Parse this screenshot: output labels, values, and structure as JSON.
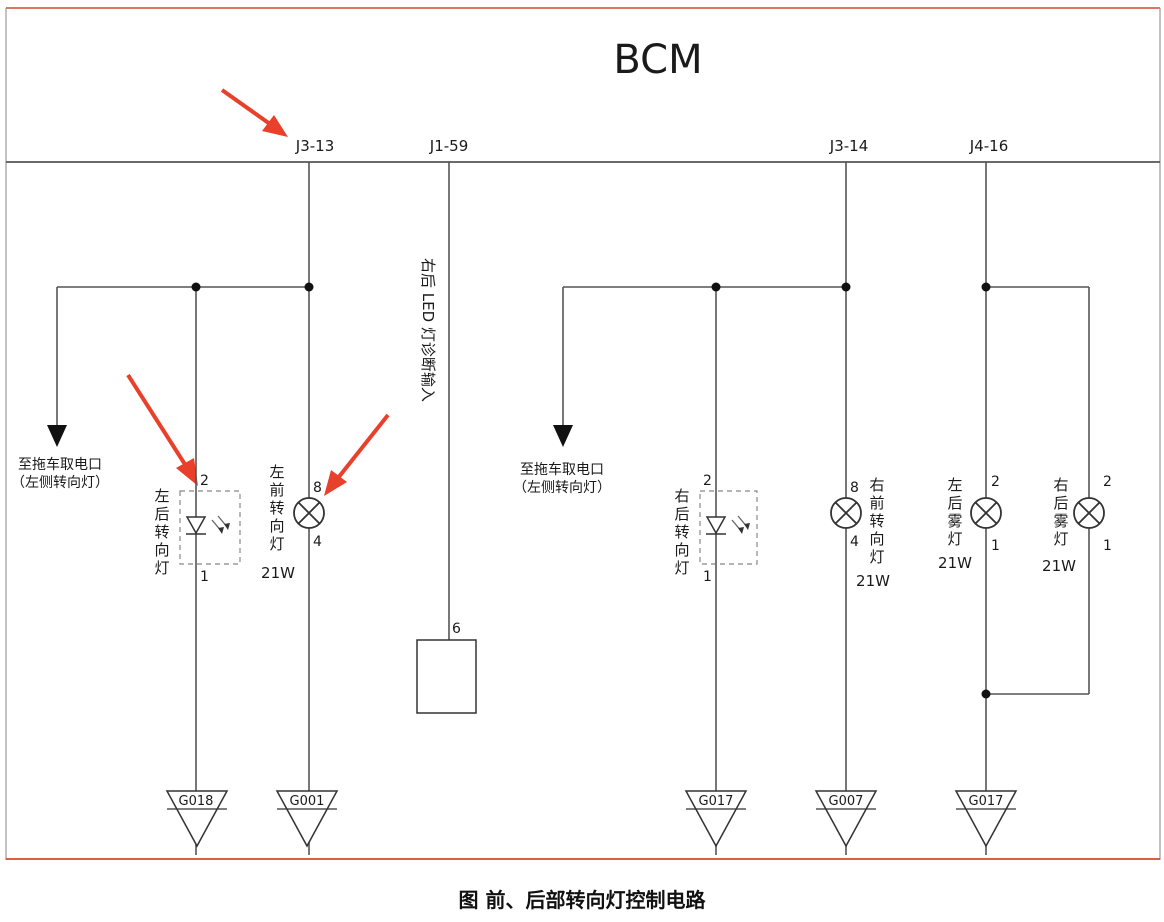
{
  "module": {
    "title": "BCM"
  },
  "pins": {
    "j3_13": "J3-13",
    "j1_59": "J1-59",
    "j3_14": "J3-14",
    "j4_16": "J4-16"
  },
  "left_group": {
    "trailer": {
      "line1": "至拖车取电口",
      "line2": "（左侧转向灯）"
    },
    "led": {
      "chars": [
        "左",
        "后",
        "转",
        "向",
        "灯"
      ],
      "pin_top": "2",
      "pin_bottom": "1"
    },
    "bulb": {
      "chars": [
        "左",
        "前",
        "转",
        "向",
        "灯"
      ],
      "pin_top": "8",
      "pin_bottom": "4",
      "watt": "21W"
    },
    "ground_led": "G018",
    "ground_bulb": "G001"
  },
  "diag": {
    "text": "右后 LED 灯诊断输入",
    "pin": "6"
  },
  "right_group": {
    "trailer": {
      "line1": "至拖车取电口",
      "line2": "（左侧转向灯）"
    },
    "led": {
      "chars": [
        "右",
        "后",
        "转",
        "向",
        "灯"
      ],
      "pin_top": "2",
      "pin_bottom": "1"
    },
    "bulb": {
      "chars": [
        "右",
        "前",
        "转",
        "向",
        "灯"
      ],
      "pin_top": "8",
      "pin_bottom": "4",
      "watt": "21W"
    },
    "ground_led": "G017",
    "ground_bulb": "G007"
  },
  "fog_group": {
    "left": {
      "chars": [
        "左",
        "后",
        "雾",
        "灯"
      ],
      "pin_top": "2",
      "pin_bottom": "1",
      "watt": "21W"
    },
    "right": {
      "chars": [
        "右",
        "后",
        "雾",
        "灯"
      ],
      "pin_top": "2",
      "pin_bottom": "1",
      "watt": "21W"
    },
    "ground": "G017"
  },
  "caption": "图  前、后部转向灯控制电路",
  "colors": {
    "wire": "#555555",
    "border": "#d24a2a",
    "arrow": "#e8402a",
    "dashed": "#888888"
  },
  "icons": [
    "red-arrow-icon",
    "led-lamp-icon",
    "bulb-lamp-icon",
    "ground-triangle-icon",
    "down-arrow-icon"
  ]
}
